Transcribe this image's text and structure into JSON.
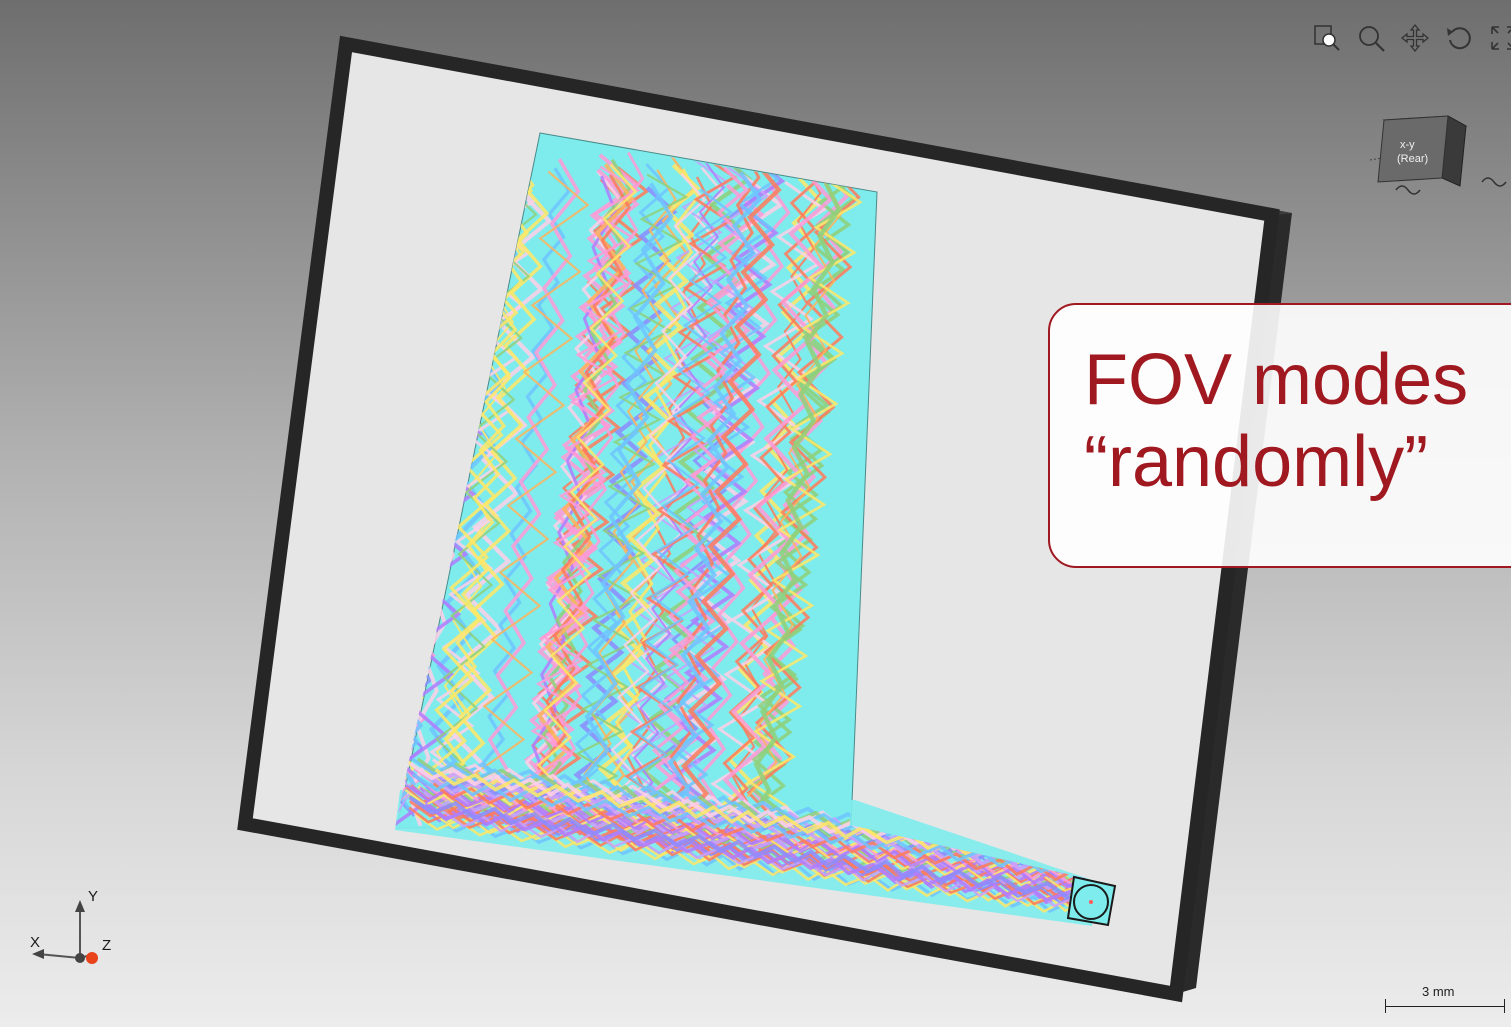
{
  "toolbar": {
    "buttons": [
      {
        "name": "zoom-window-icon"
      },
      {
        "name": "zoom-icon"
      },
      {
        "name": "pan-icon"
      },
      {
        "name": "rotate-icon"
      },
      {
        "name": "fit-all-icon"
      }
    ]
  },
  "view_cube": {
    "label_line1": "x-y",
    "label_line2": "(Rear)"
  },
  "callout": {
    "line1": "FOV modes",
    "line2": "“randomly”"
  },
  "triad": {
    "x_label": "X",
    "y_label": "Y",
    "z_label": "Z",
    "origin_color": "#e8431b"
  },
  "scale_bar": {
    "label": "3 mm"
  },
  "colors": {
    "frame": "#2a2a2a",
    "slab": "#e6e6e6",
    "guide": "#7eecec",
    "callout_accent": "#a01820",
    "ray_palette": [
      "#8c8cff",
      "#ffe766",
      "#ff7a5a",
      "#8fd07a",
      "#ff9ad6",
      "#b07cff",
      "#ffb35a",
      "#6fc4ff",
      "#c8a0ff",
      "#ffd0e8"
    ]
  }
}
